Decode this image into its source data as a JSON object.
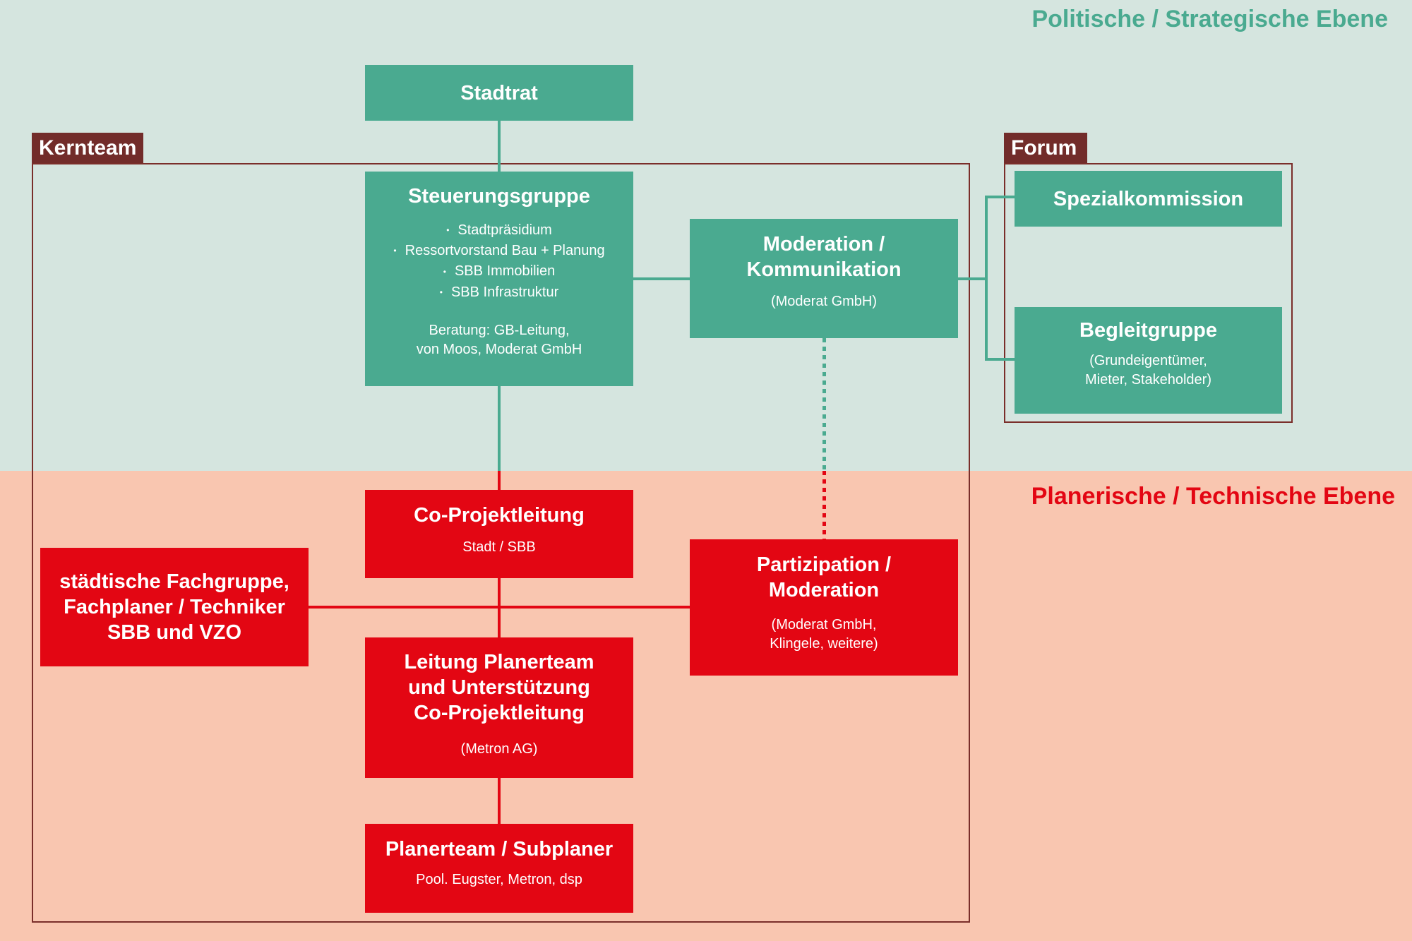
{
  "levels": {
    "top": "Politische / Strategische Ebene",
    "bottom": "Planerische / Technische Ebene"
  },
  "frames": {
    "kernteam": "Kernteam",
    "forum": "Forum"
  },
  "boxes": {
    "stadtrat": {
      "title": "Stadtrat"
    },
    "steuerungsgruppe": {
      "title": "Steuerungsgruppe",
      "members": [
        "Stadtpräsidium",
        "Ressortvorstand Bau + Planung",
        "SBB Immobilien",
        "SBB Infrastruktur"
      ],
      "note_line1": "Beratung: GB-Leitung,",
      "note_line2": "von Moos, Moderat GmbH"
    },
    "moderation_kommunikation": {
      "title_line1": "Moderation /",
      "title_line2": "Kommunikation",
      "sub": "(Moderat GmbH)"
    },
    "spezialkommission": {
      "title": "Spezialkommission"
    },
    "begleitgruppe": {
      "title": "Begleitgruppe",
      "sub_line1": "(Grundeigentümer,",
      "sub_line2": "Mieter, Stakeholder)"
    },
    "co_projektleitung": {
      "title": "Co-Projektleitung",
      "sub": "Stadt / SBB"
    },
    "fachgruppe": {
      "line1": "städtische Fachgruppe,",
      "line2": "Fachplaner / Techniker",
      "line3": "SBB und VZO"
    },
    "partizipation": {
      "title_line1": "Partizipation /",
      "title_line2": "Moderation",
      "sub_line1": "(Moderat GmbH,",
      "sub_line2": "Klingele, weitere)"
    },
    "leitung_planerteam": {
      "line1": "Leitung Planerteam",
      "line2": "und Unterstützung",
      "line3": "Co-Projektleitung",
      "sub": "(Metron AG)"
    },
    "planerteam": {
      "title": "Planerteam / Subplaner",
      "sub": "Pool. Eugster, Metron, dsp"
    }
  },
  "colors": {
    "strategic_band": "#d5e5df",
    "technical_band": "#f9c6b0",
    "strategic_box": "#4aaa90",
    "technical_box": "#e30613",
    "frame": "#722c2a"
  }
}
